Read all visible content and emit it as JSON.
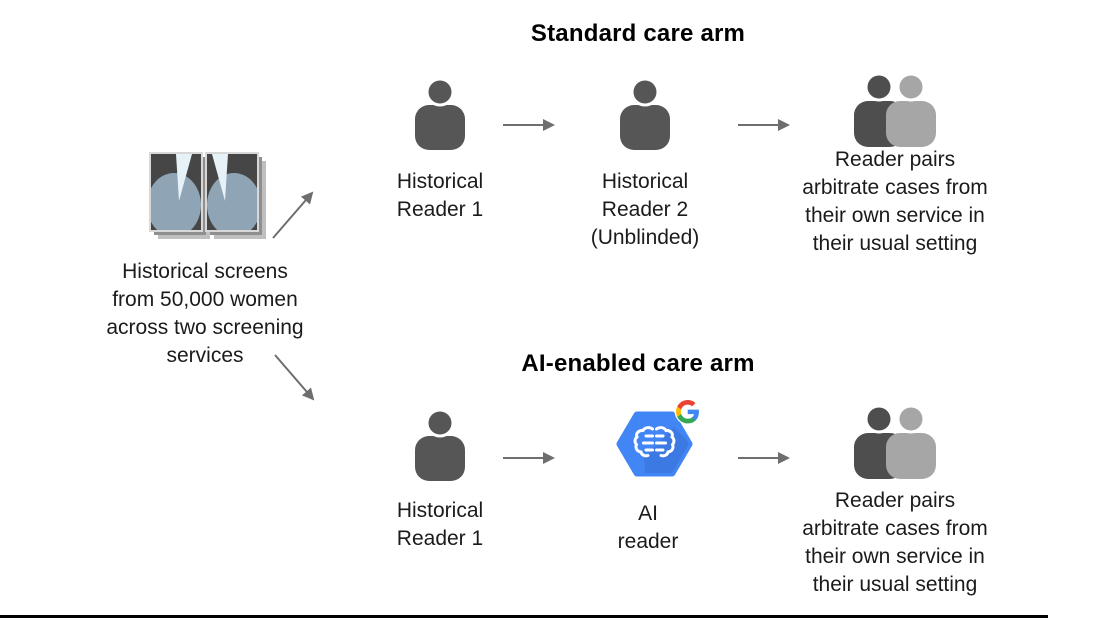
{
  "figure": {
    "source_label": "Historical screens\nfrom 50,000 women\nacross two screening\nservices",
    "standard_arm": {
      "title": "Standard care arm",
      "reader1": "Historical\nReader 1",
      "reader2": "Historical\nReader 2\n(Unblinded)",
      "outcome": "Reader pairs\narbitrate cases from\ntheir own service in\ntheir usual setting"
    },
    "ai_arm": {
      "title": "AI-enabled care arm",
      "reader1": "Historical\nReader 1",
      "ai_reader": "AI\nreader",
      "outcome": "Reader pairs\narbitrate cases from\ntheir own service in\ntheir usual setting"
    },
    "icons": {
      "source": "mammogram-films-icon",
      "reader": "person-icon",
      "arbitration": "reader-pair-icon",
      "ai": "google-cloud-ai-brain-icon",
      "badge": "google-g-logo-icon"
    },
    "colors": {
      "person_dark": "#565656",
      "pair_back": "#4e4e4e",
      "pair_front": "#a6a6a6",
      "hexagon_blue": "#4285f4",
      "google_red": "#ea4335",
      "google_yellow": "#fbbc05",
      "google_green": "#34a853",
      "arrow_gray": "#6e6e6e",
      "film_panel": "#464646",
      "breast_tissue": "#8fa5b5",
      "text": "#1b1b1b"
    }
  }
}
